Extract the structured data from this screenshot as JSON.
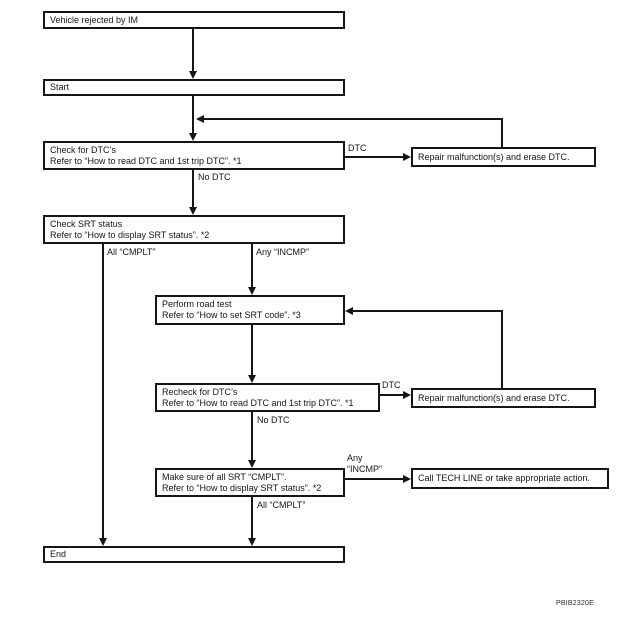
{
  "figure_code": "PBIB2320E",
  "flowchart": {
    "nodes": {
      "vehicle_rejected": {
        "text": "Vehicle rejected by IM"
      },
      "start": {
        "text": "Start"
      },
      "check_dtc": {
        "line1": "Check for DTC’s",
        "line2": "Refer to “How to read DTC and 1st trip DTC”. *1"
      },
      "repair_erase_dtc_1": {
        "text": "Repair malfunction(s) and erase DTC."
      },
      "check_srt_status": {
        "line1": "Check SRT status",
        "line2": "Refer to “How to display SRT status”. *2"
      },
      "perform_road_test": {
        "line1": "Perform road test",
        "line2": "Refer to “How to set SRT code”. *3"
      },
      "recheck_dtc": {
        "line1": "Recheck for DTC’s",
        "line2": "Refer to “How to read DTC and 1st trip DTC”. *1"
      },
      "repair_erase_dtc_2": {
        "text": "Repair malfunction(s) and erase DTC."
      },
      "make_sure_srt": {
        "line1": "Make sure of all SRT “CMPLT”.",
        "line2": "Refer to “How to display SRT status”. *2"
      },
      "call_tech_line": {
        "text": "Call TECH LINE or take appropriate action."
      },
      "end": {
        "text": "End"
      }
    },
    "edge_labels": {
      "dtc_1": "DTC",
      "no_dtc_1": "No DTC",
      "all_cmplt_1": "All “CMPLT”",
      "any_incmp_1": "Any “INCMP”",
      "dtc_2": "DTC",
      "no_dtc_2": "No DTC",
      "any_incmp_2_line1": "Any",
      "any_incmp_2_line2": "“INCMP”",
      "all_cmplt_2": "All “CMPLT”"
    }
  }
}
